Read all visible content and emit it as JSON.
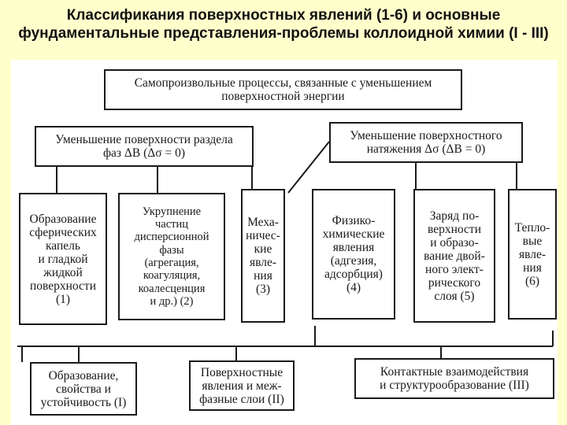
{
  "title": "Классификания поверхностных явлений (1-6) и основные фундаментальные представления-проблемы коллоидной химии (I - III)",
  "diagram": {
    "root": "Самопроизвольные процессы, связанные с уменьшением\nповерхностной энергии",
    "branch_left": "Уменьшение поверхности раздела\nфаз ΔB (Δσ = 0)",
    "branch_right": "Уменьшение поверхностного\nнатяжения Δσ  (ΔB = 0)",
    "phenomena": [
      "Образование\nсферических\nкапель\nи гладкой\nжидкой\nповерхности\n(1)",
      "Укрупнение\nчастиц\nдисперсионной\nфазы\n(агрегация,\nкоагуляция,\nкоалесценция\nи др.) (2)",
      "Меха-\nничес-\nкие\nявле-\nния\n(3)",
      "Физико-\nхимические\nявления\n(адгезия,\nадсорбция)\n(4)",
      "Заряд по-\nверхности\nи образо-\nвание двой-\nного элект-\nрического\nслоя (5)",
      "Тепло-\nвые\nявле-\nния\n(6)"
    ],
    "problems": [
      "Образование,\nсвойства и\nустойчивость (I)",
      "Поверхностные\nявления и меж-\nфазные слои (II)",
      "Контактные взаимодействия\nи структурообразование (III)"
    ]
  }
}
